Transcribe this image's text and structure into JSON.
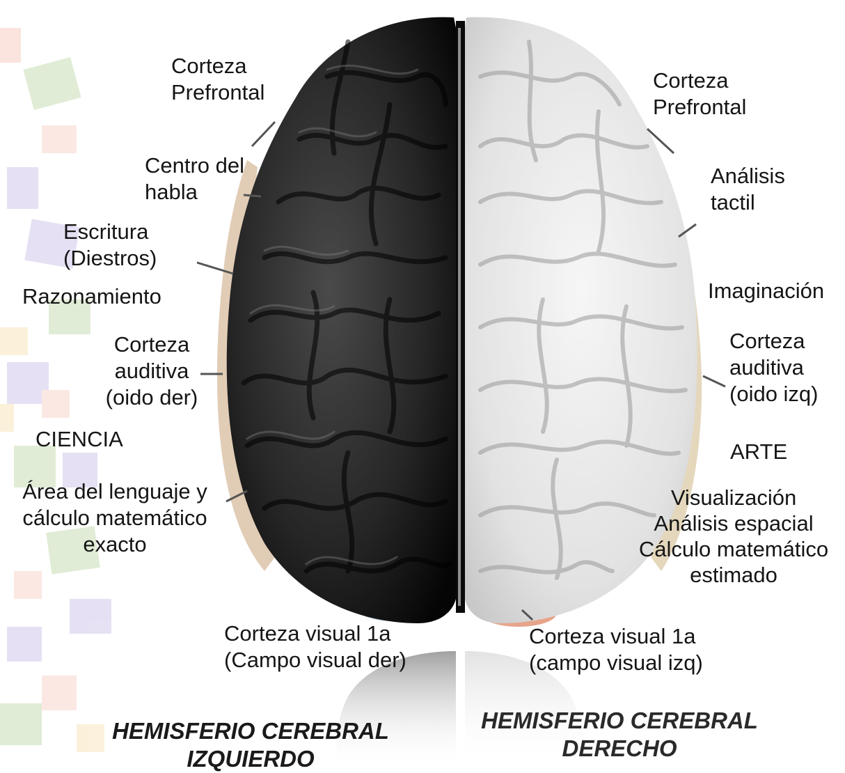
{
  "colors": {
    "left_hemisphere": "#1c1c1c",
    "right_hemisphere": "#e6e6e6",
    "label_text": "#151515",
    "title_left": "#1a1a1a",
    "title_right": "#2a2a2a"
  },
  "left_labels": {
    "prefrontal": [
      "Corteza",
      "Prefrontal"
    ],
    "speech": [
      "Centro del",
      "habla"
    ],
    "writing": [
      "Escritura",
      "(Diestros)"
    ],
    "reasoning": "Razonamiento",
    "auditory": [
      "Corteza",
      "auditiva",
      "(oido der)"
    ],
    "science": "CIENCIA",
    "language": [
      "Área del lenguaje y",
      "cálculo matemático",
      "exacto"
    ],
    "visual": [
      "Corteza visual 1a",
      "(Campo visual der)"
    ]
  },
  "right_labels": {
    "prefrontal": [
      "Corteza",
      "Prefrontal"
    ],
    "tactile": [
      "Análisis",
      "tactil"
    ],
    "imagination": "Imaginación",
    "auditory": [
      "Corteza",
      "auditiva",
      "(oido izq)"
    ],
    "art": "ARTE",
    "visualization": [
      "Visualización",
      "Análisis espacial",
      "Cálculo matemático",
      "estimado"
    ],
    "visual": [
      "Corteza visual 1a",
      "(campo visual izq)"
    ]
  },
  "titles": {
    "left": [
      "HEMISFERIO CEREBRAL",
      "IZQUIERDO"
    ],
    "right": [
      "HEMISFERIO CEREBRAL",
      "DERECHO"
    ]
  }
}
